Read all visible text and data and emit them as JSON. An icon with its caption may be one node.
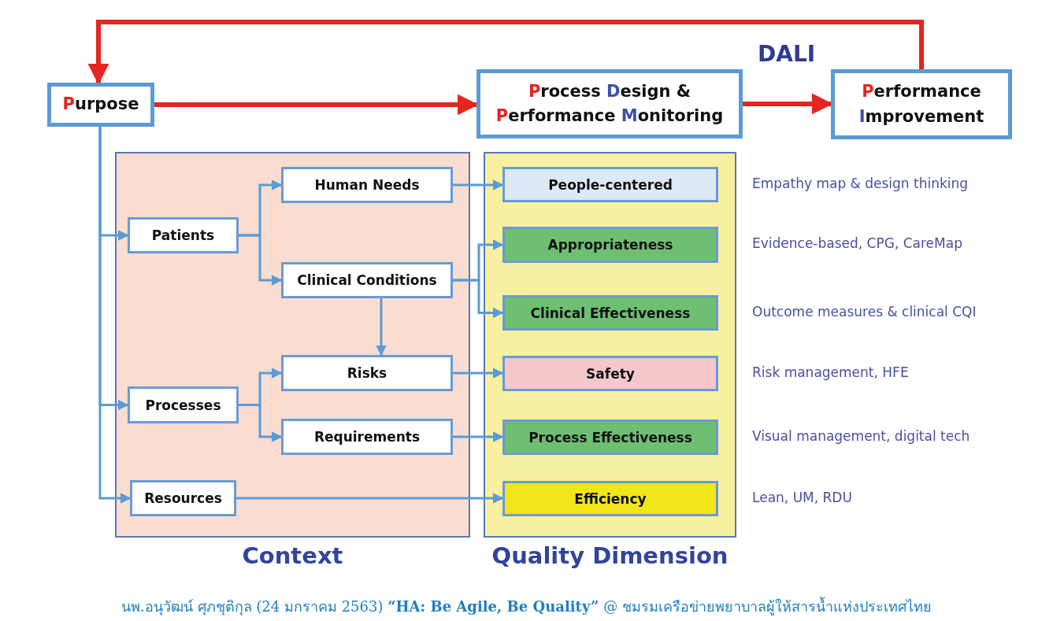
{
  "diagram": {
    "caption": "นพ.อนุวัฒน์ ศุภชุติกุล (24 มกราคม 2563) **“HA: Be Agile, Be Quality”** @ ชมรมเครือข่ายพยาบาลผู้ให้สารน้ำแห่งประเทศไทย",
    "nodes": [
      {
        "text": [
          "Purpose"
        ]
      },
      {
        "text": [
          "Process Design & Performance Monitoring"
        ]
      },
      {
        "text": [
          "Performance Improvement"
        ]
      },
      {
        "text": [
          "Context"
        ]
      },
      {
        "text": [
          "Patients"
        ],
        "in": 3
      },
      {
        "text": [
          "Human Needs"
        ],
        "in": 3
      },
      {
        "text": [
          "Clinical Conditions"
        ],
        "in": 3
      },
      {
        "text": [
          "Processes"
        ],
        "in": 3
      },
      {
        "text": [
          "Risks"
        ],
        "in": 3
      },
      {
        "text": [
          "Requirements"
        ],
        "in": 3
      },
      {
        "text": [
          "Resources"
        ],
        "in": 3
      },
      {
        "text": [
          "Quality Dimension"
        ]
      },
      {
        "text": [
          "People-centered"
        ],
        "in": 11,
        "beside": [
          "Empathy map & design thinking"
        ]
      },
      {
        "text": [
          "Appropriateness"
        ],
        "in": 11,
        "beside": [
          "Evidence-based, CPG, CareMap"
        ]
      },
      {
        "text": [
          "Clinical Effectiveness"
        ],
        "in": 11,
        "beside": [
          "Outcome measures & clinical CQI"
        ]
      },
      {
        "text": [
          "Safety"
        ],
        "in": 11,
        "beside": [
          "Risk management, HFE"
        ]
      },
      {
        "text": [
          "Process Effectiveness"
        ],
        "in": 11,
        "beside": [
          "Visual management, digital tech"
        ]
      },
      {
        "text": [
          "Efficiency"
        ],
        "in": 11,
        "beside": [
          "Lean, UM, RDU"
        ]
      }
    ],
    "edges": [
      {
        "from": 0,
        "to": 1,
        "arrow": "to",
        "style": "thick",
        "color": "#e52520"
      },
      {
        "from": 1,
        "to": 2,
        "arrow": "to",
        "style": "thick",
        "color": "#e52520"
      },
      {
        "from": 2,
        "to": 0,
        "arrow": "to",
        "style": "thick",
        "color": "#e52520"
      },
      {
        "from": 0,
        "to": 4,
        "arrow": "to"
      },
      {
        "from": 0,
        "to": 7,
        "arrow": "to"
      },
      {
        "from": 0,
        "to": 10,
        "arrow": "to"
      },
      {
        "from": 4,
        "to": 5,
        "arrow": "to"
      },
      {
        "from": 4,
        "to": 6,
        "arrow": "to"
      },
      {
        "from": 7,
        "to": 8,
        "arrow": "to"
      },
      {
        "from": 7,
        "to": 9,
        "arrow": "to"
      },
      {
        "from": 6,
        "to": 8,
        "arrow": "to"
      },
      {
        "from": 5,
        "to": 12,
        "arrow": "to"
      },
      {
        "from": 6,
        "to": 13,
        "arrow": "to"
      },
      {
        "from": 6,
        "to": 14,
        "arrow": "to"
      },
      {
        "from": 8,
        "to": 15,
        "arrow": "to"
      },
      {
        "from": 9,
        "to": 16,
        "arrow": "to"
      },
      {
        "from": 10,
        "to": 17,
        "arrow": "to"
      }
    ],
    "labels": [
      "DALI"
    ]
  }
}
